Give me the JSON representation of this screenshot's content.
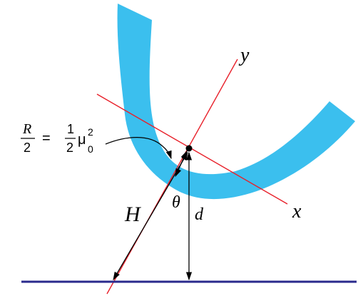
{
  "colors": {
    "band": "#3bbfee",
    "axis_lines": "#e8202a",
    "ground": "#2a2a8c",
    "annotation": "#000000"
  },
  "labels": {
    "y_axis": "y",
    "x_axis": "x",
    "H": "H",
    "theta": "θ",
    "d": "d"
  },
  "formula": {
    "lhs_numerator": "R",
    "lhs_denominator": "2",
    "equals": "=",
    "rhs_numerator": "1",
    "rhs_denominator": "2",
    "mu": "μ",
    "superscript": "2",
    "subscript": "0"
  }
}
